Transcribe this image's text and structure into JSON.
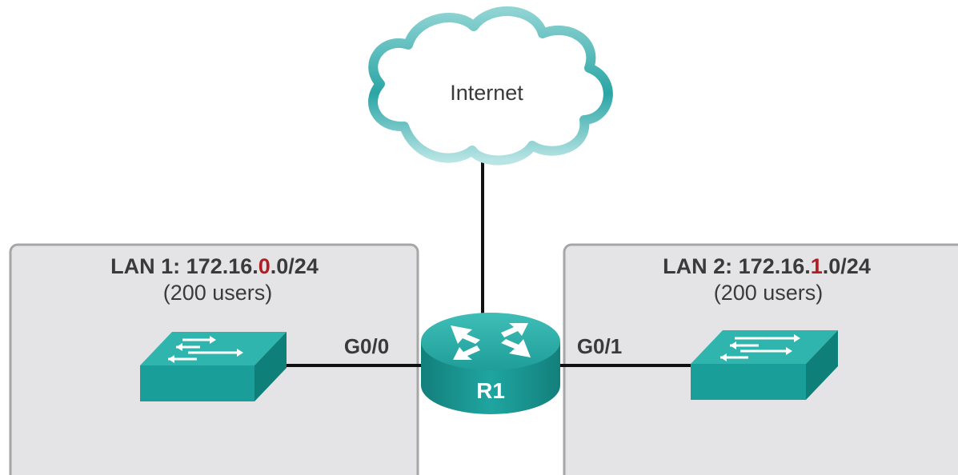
{
  "cloud": {
    "label": "Internet"
  },
  "router": {
    "label": "R1"
  },
  "lan1": {
    "title_prefix": "LAN 1: 172.16.",
    "title_highlight": "0",
    "title_suffix": ".0/24",
    "subtitle": "(200 users)",
    "interface": "G0/0"
  },
  "lan2": {
    "title_prefix": "LAN 2: 172.16.",
    "title_highlight": "1",
    "title_suffix": ".0/24",
    "subtitle": "(200 users)",
    "interface": "G0/1"
  },
  "colors": {
    "highlight": "#b01e23",
    "device_teal": "#1a9e9a",
    "cloud_outline": "#23a3a3",
    "lan_fill": "#e4e4e6",
    "lan_border": "#a6a6a6",
    "text": "#3a3a3a"
  },
  "icons": {
    "router": "router-icon",
    "switch": "switch-icon",
    "cloud": "cloud-icon"
  }
}
